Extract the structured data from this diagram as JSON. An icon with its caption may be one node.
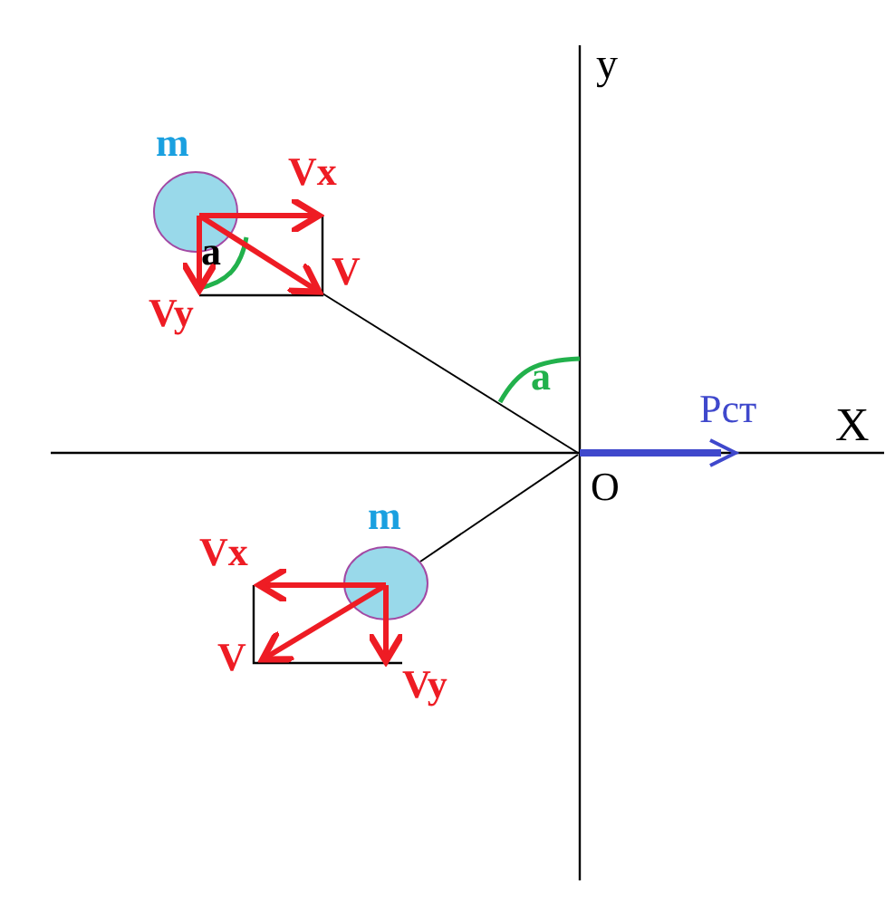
{
  "diagram": {
    "labels": [
      "y",
      "m",
      "Vx",
      "a",
      "V",
      "Vy",
      "a",
      "X",
      "Pст",
      "O",
      "m",
      "Vx",
      "V",
      "Vy"
    ]
  }
}
